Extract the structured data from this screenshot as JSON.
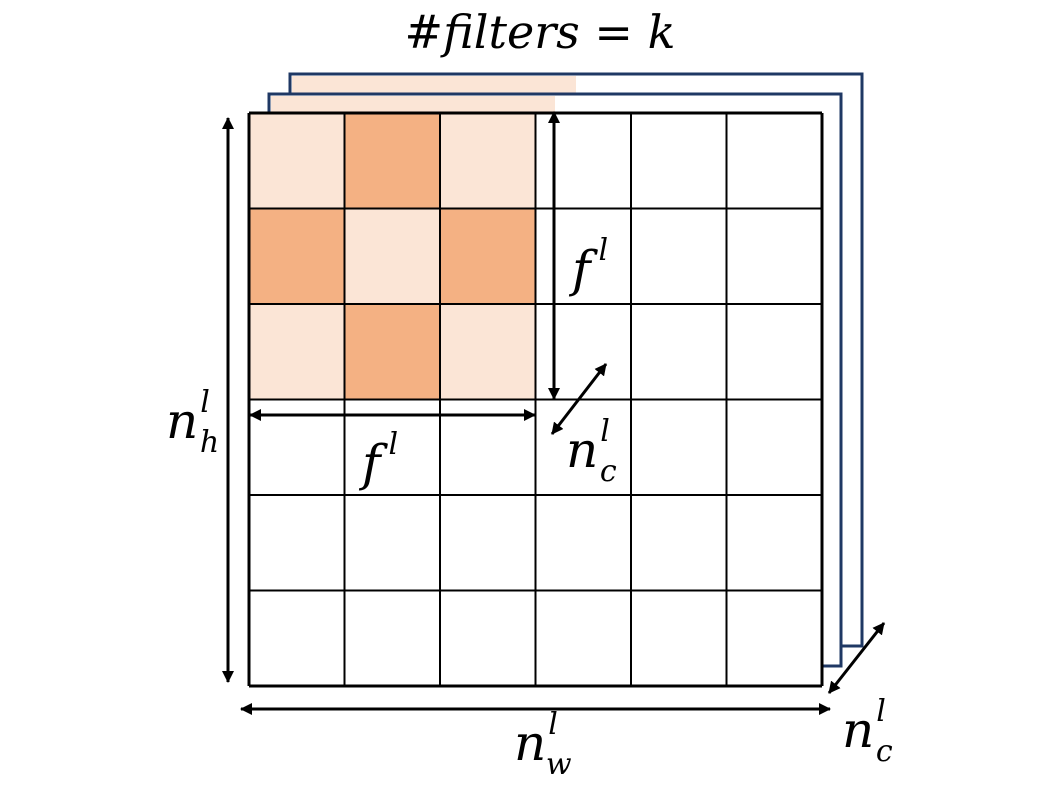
{
  "diagram": {
    "title": "#filters = k",
    "colors": {
      "filter_light": "#fbe5d6",
      "filter_dark": "#f4b183",
      "back_frame": "#1f3864",
      "grid_line": "#000000"
    },
    "grid": {
      "rows": 6,
      "cols": 6
    },
    "filter": {
      "size": 3,
      "pattern": [
        [
          "light",
          "dark",
          "light"
        ],
        [
          "dark",
          "light",
          "dark"
        ],
        [
          "light",
          "dark",
          "light"
        ]
      ]
    },
    "labels": {
      "f_right": {
        "base": "f",
        "sup": "l",
        "sub": ""
      },
      "f_bottom": {
        "base": "f",
        "sup": "l",
        "sub": ""
      },
      "nc_inner": {
        "base": "n",
        "sup": "l",
        "sub": "c"
      },
      "nh": {
        "base": "n",
        "sup": "l",
        "sub": "h"
      },
      "nw": {
        "base": "n",
        "sup": "l",
        "sub": "w"
      },
      "nc_outer": {
        "base": "n",
        "sup": "l",
        "sub": "c"
      }
    }
  }
}
